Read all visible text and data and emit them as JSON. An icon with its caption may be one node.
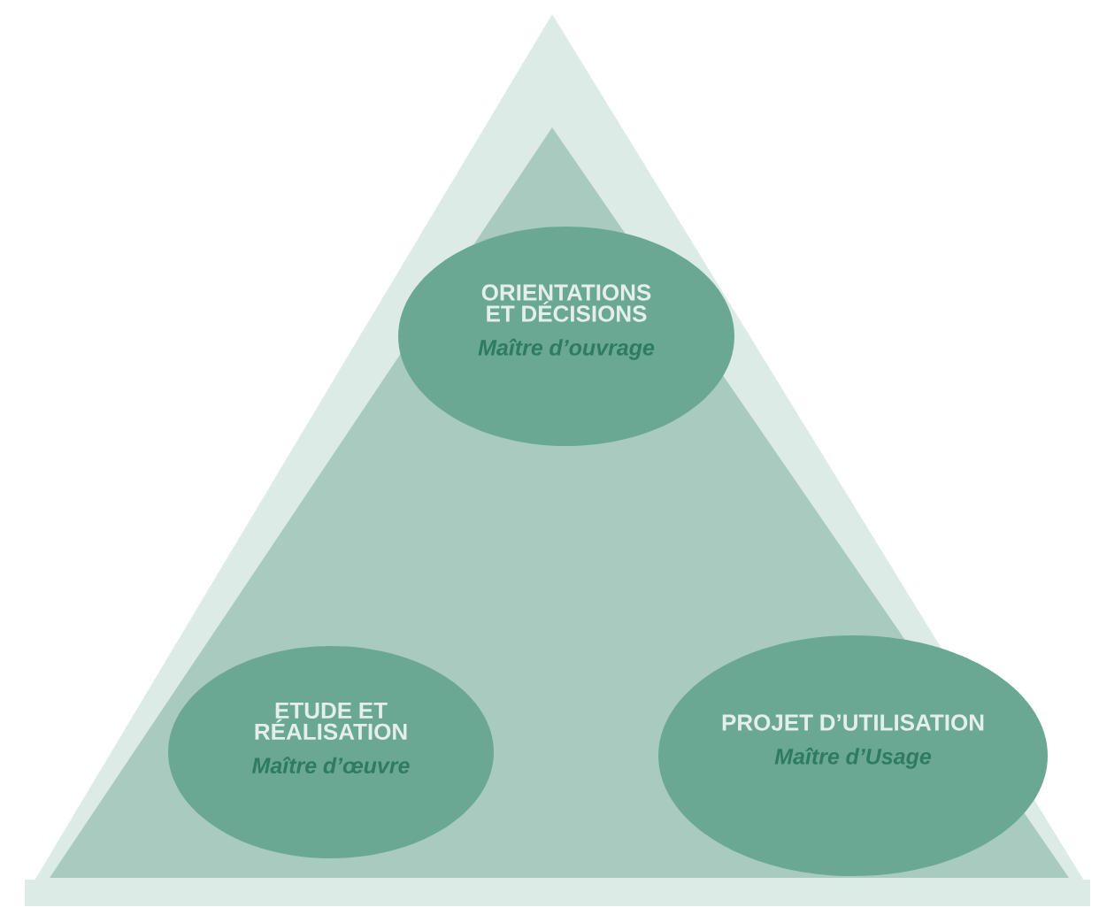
{
  "diagram": {
    "nodes": [
      {
        "text": [
          "ORIENTATIONS ET DÉCISIONS",
          "Maître d’ouvrage"
        ]
      },
      {
        "text": [
          "ETUDE ET RÉALISATION",
          "Maître d’œuvre"
        ]
      },
      {
        "text": [
          "PROJET D’UTILISATION",
          "Maître d’Usage"
        ]
      }
    ]
  }
}
